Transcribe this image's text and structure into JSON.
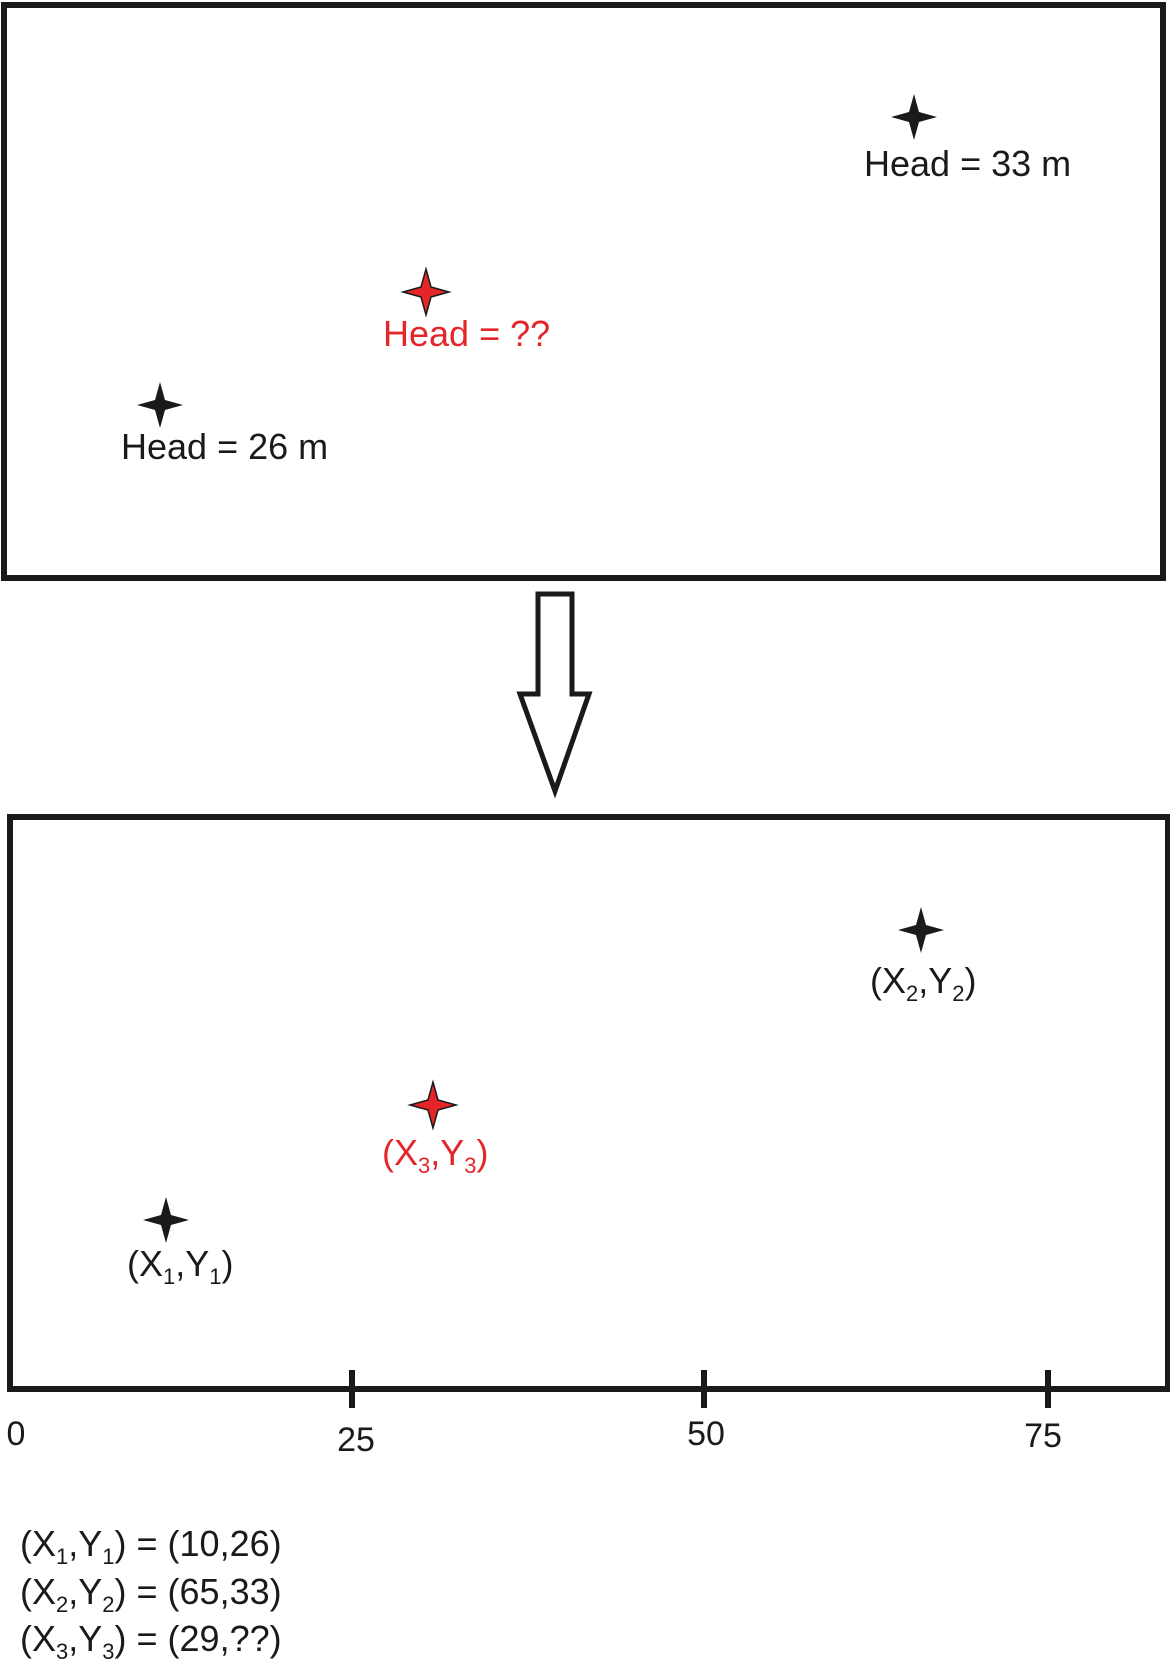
{
  "top_panel": {
    "well_1": {
      "label": "Head = 26 m"
    },
    "well_2": {
      "label": "Head = 33 m"
    },
    "well_3": {
      "label": "Head = ??"
    }
  },
  "bottom_panel": {
    "well_1": {
      "open": "(X",
      "sub_a": "1",
      "mid": ",Y",
      "sub_b": "1",
      "close": ")"
    },
    "well_2": {
      "open": "(X",
      "sub_a": "2",
      "mid": ",Y",
      "sub_b": "2",
      "close": ")"
    },
    "well_3": {
      "open": "(X",
      "sub_a": "3",
      "mid": ",Y",
      "sub_b": "3",
      "close": ")"
    },
    "axis_ticks": [
      "0",
      "25",
      "50",
      "75"
    ]
  },
  "equations": [
    {
      "open": "(X",
      "sub_a": "1",
      "mid": ",Y",
      "sub_b": "1",
      "rest": ") = (10,26)"
    },
    {
      "open": "(X",
      "sub_a": "2",
      "mid": ",Y",
      "sub_b": "2",
      "rest": ") = (65,33)"
    },
    {
      "open": "(X",
      "sub_a": "3",
      "mid": ",Y",
      "sub_b": "3",
      "rest": ") = (29,??)"
    }
  ],
  "colors": {
    "known": "#1a1a1a",
    "unknown": "#e4262a"
  },
  "icons": {
    "well_marker": "four-point-star-icon",
    "transition": "down-arrow-icon"
  }
}
